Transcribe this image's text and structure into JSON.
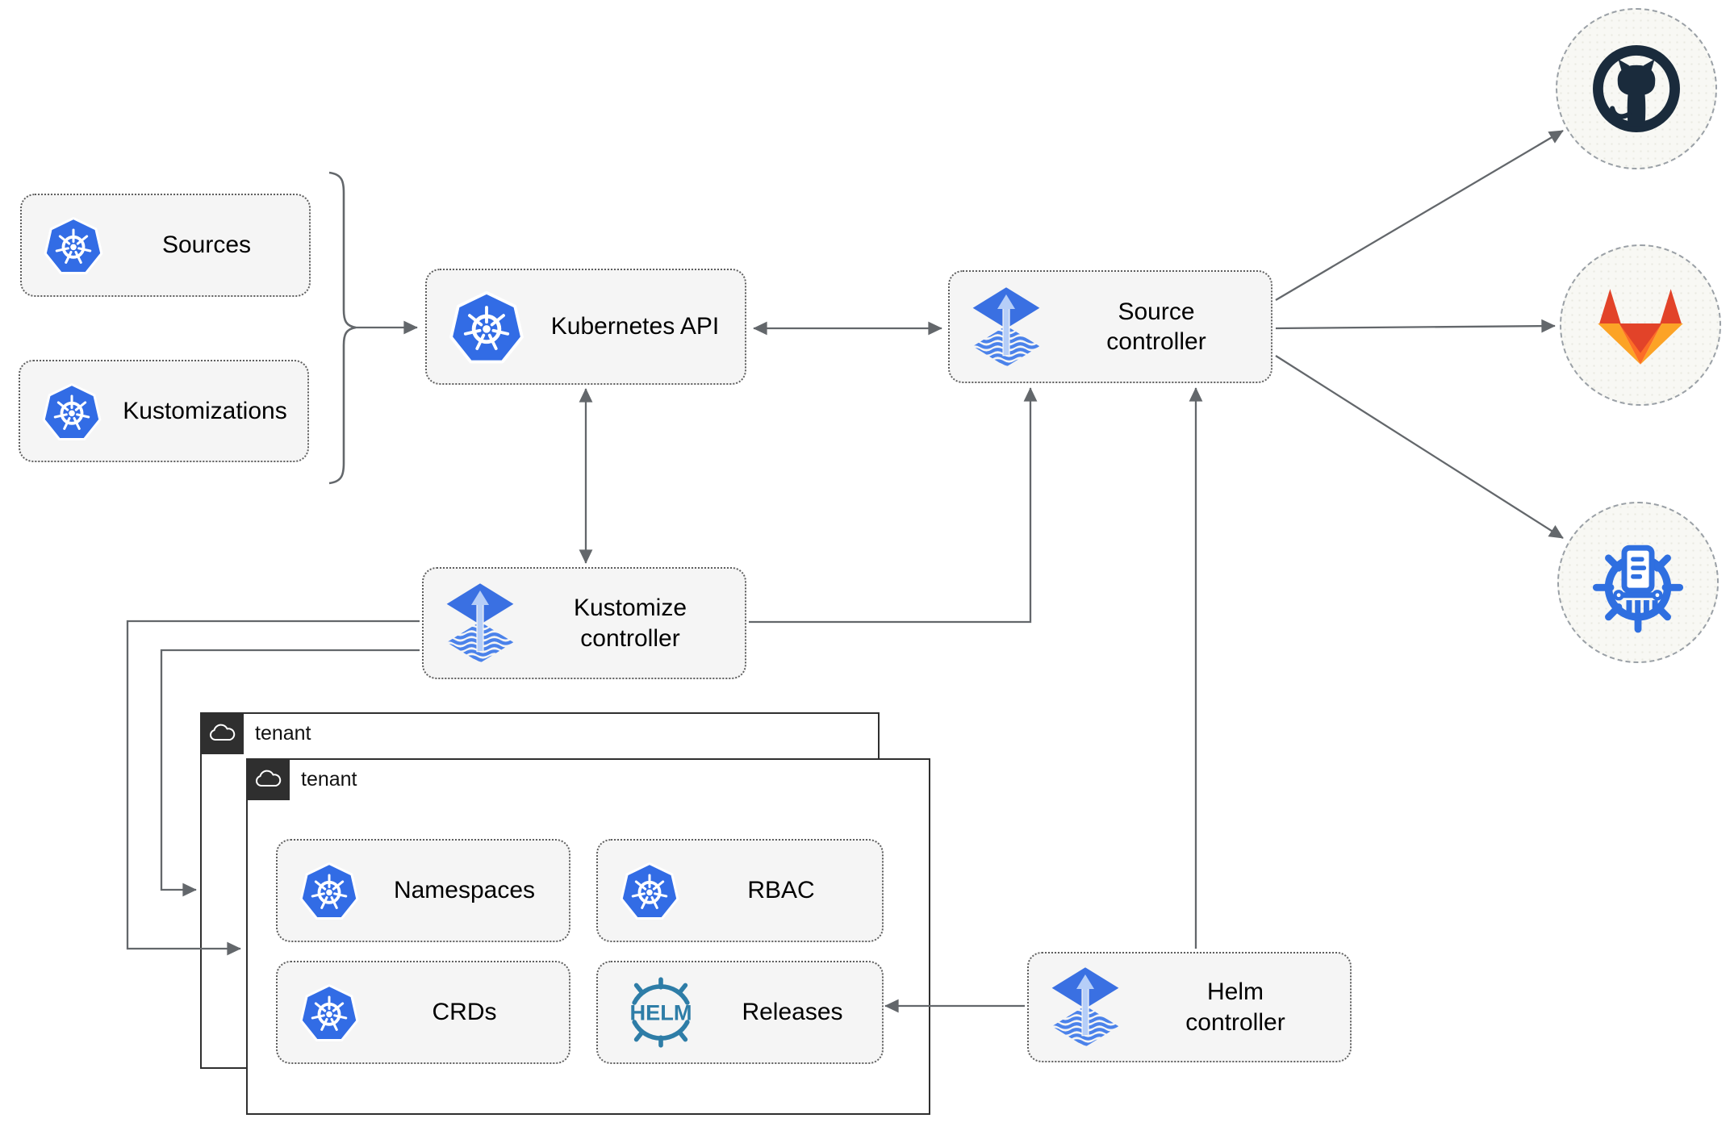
{
  "nodes": {
    "sources": {
      "label": "Sources",
      "icon": "kubernetes-icon"
    },
    "kustomizations": {
      "label": "Kustomizations",
      "icon": "kubernetes-icon"
    },
    "kubernetes_api": {
      "label": "Kubernetes API",
      "icon": "kubernetes-icon"
    },
    "source_controller": {
      "label": "Source controller",
      "icon": "flux-icon"
    },
    "kustomize_controller": {
      "label": "Kustomize controller",
      "icon": "flux-icon"
    },
    "helm_controller": {
      "label": "Helm controller",
      "icon": "flux-icon"
    },
    "namespaces": {
      "label": "Namespaces",
      "icon": "kubernetes-icon"
    },
    "rbac": {
      "label": "RBAC",
      "icon": "kubernetes-icon"
    },
    "crds": {
      "label": "CRDs",
      "icon": "kubernetes-icon"
    },
    "releases": {
      "label": "Releases",
      "icon": "helm-icon",
      "icon_text": "HELM"
    }
  },
  "tenants": {
    "outer_label": "tenant",
    "inner_label": "tenant",
    "tab_icon": "cloud-icon"
  },
  "external": {
    "github": {
      "icon": "github-icon"
    },
    "gitlab": {
      "icon": "gitlab-icon"
    },
    "helm_repository": {
      "icon": "helm-repository-icon"
    }
  },
  "connections": [
    {
      "from": "sources+kustomizations",
      "to": "kubernetes_api",
      "style": "brace-then-arrow"
    },
    {
      "from": "kubernetes_api",
      "to": "source_controller",
      "style": "double-arrow"
    },
    {
      "from": "kubernetes_api",
      "to": "kustomize_controller",
      "style": "double-arrow"
    },
    {
      "from": "kustomize_controller",
      "to": "source_controller",
      "style": "arrow"
    },
    {
      "from": "helm_controller",
      "to": "source_controller",
      "style": "arrow"
    },
    {
      "from": "helm_controller",
      "to": "releases",
      "style": "arrow"
    },
    {
      "from": "source_controller",
      "to": "github",
      "style": "arrow"
    },
    {
      "from": "source_controller",
      "to": "gitlab",
      "style": "arrow"
    },
    {
      "from": "source_controller",
      "to": "helm_repository",
      "style": "arrow"
    },
    {
      "from": "kustomize_controller",
      "to": "tenant-inner",
      "style": "arrow"
    },
    {
      "from": "kustomize_controller",
      "to": "tenant-outer",
      "style": "arrow"
    }
  ],
  "colors": {
    "kubernetes_blue": "#326CE5",
    "flux_blue": "#3a70e2",
    "flux_arrow_light": "#b6cef8",
    "flux_waves": "#4b82ea",
    "github_dark": "#1a2b3c",
    "gitlab_red": "#E24329",
    "gitlab_orange": "#FC6D26",
    "gitlab_amber": "#FCA326",
    "helm_teal": "#2e7da7",
    "helm_repo_blue": "#2f6fe0",
    "connector_gray": "#63676b",
    "node_fill": "#f5f5f5",
    "tenant_tab": "#2f2f2f"
  }
}
